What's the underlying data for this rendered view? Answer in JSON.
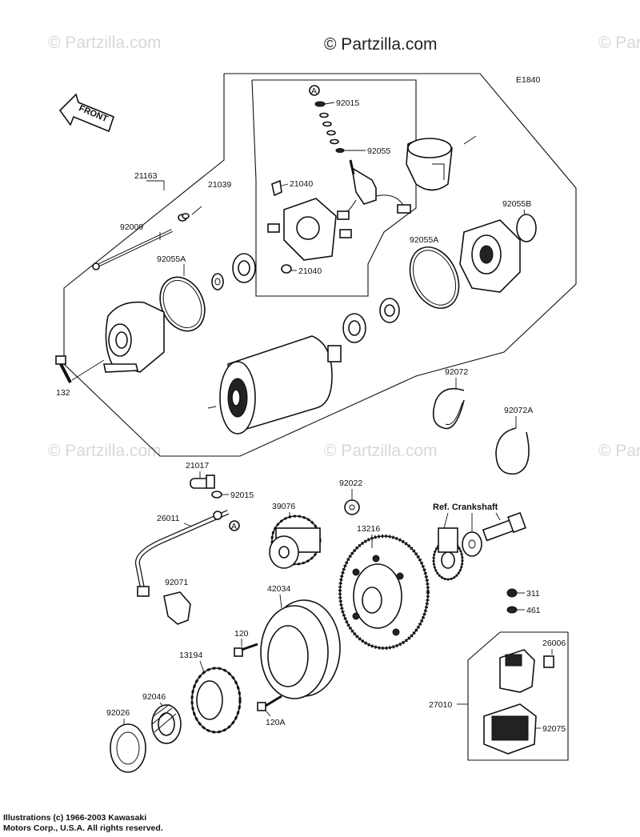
{
  "watermark": "© Partzilla.com",
  "diagram_code": "E1840",
  "front_marker": "FRONT",
  "ref_crankshaft": "Ref. Crankshaft",
  "ref_a": "A",
  "labels": {
    "p92015a": "92015",
    "p92055": "92055",
    "p21040a": "21040",
    "p21039": "21039",
    "p21163": "21163",
    "p92009": "92009",
    "p92055a_left": "92055A",
    "p21040b": "21040",
    "p92055b": "92055B",
    "p92055a_right": "92055A",
    "p132": "132",
    "p92072": "92072",
    "p92072a": "92072A",
    "p21017": "21017",
    "p92015b": "92015",
    "p26011": "26011",
    "p39076": "39076",
    "p92022": "92022",
    "p13216": "13216",
    "p92071": "92071",
    "p42034": "42034",
    "p311": "311",
    "p461": "461",
    "p120": "120",
    "p26006": "26006",
    "p13194": "13194",
    "p92046": "92046",
    "p27010": "27010",
    "p92075": "92075",
    "p92026": "92026",
    "p120a": "120A"
  },
  "copyright_line1": "Illustrations (c) 1966-2003 Kawasaki",
  "copyright_line2": "Motors Corp., U.S.A.  All rights reserved."
}
